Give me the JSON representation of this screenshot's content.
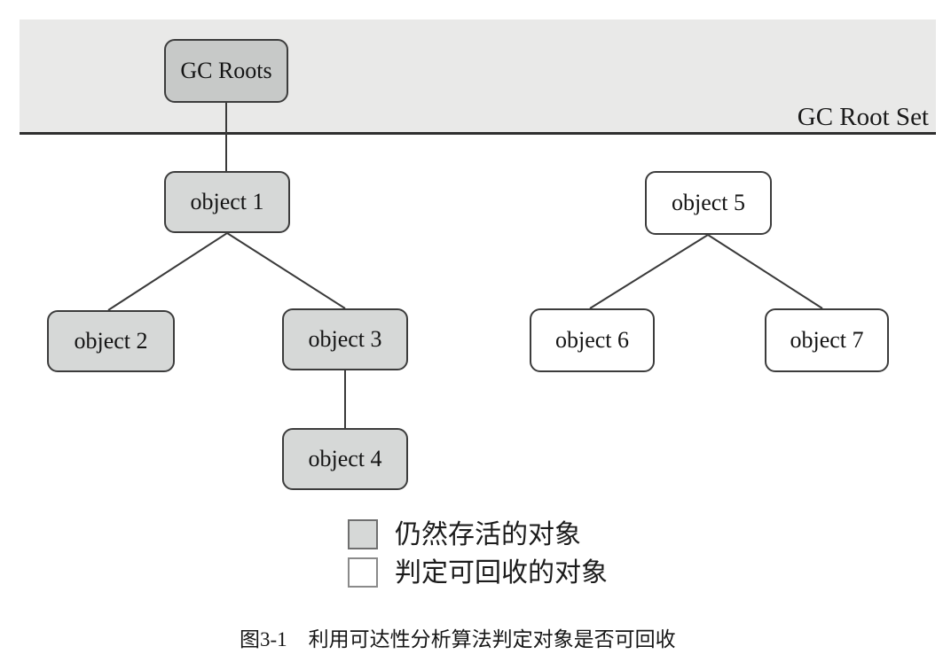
{
  "diagram": {
    "root_set_label": "GC Root Set",
    "nodes": {
      "gc_roots": "GC Roots",
      "object1": "object 1",
      "object2": "object 2",
      "object3": "object 3",
      "object4": "object 4",
      "object5": "object 5",
      "object6": "object 6",
      "object7": "object 7"
    },
    "legend": {
      "alive_label": "仍然存活的对象",
      "collectible_label": "判定可回收的对象"
    },
    "caption": {
      "number": "图3-1",
      "text": "利用可达性分析算法判定对象是否可回收"
    },
    "colors": {
      "band_fill": "#e9e9e8",
      "root_fill": "#c7c9c8",
      "alive_fill": "#d6d8d7",
      "collectible_fill": "#ffffff",
      "edge_stroke": "#3a3a3a"
    }
  }
}
